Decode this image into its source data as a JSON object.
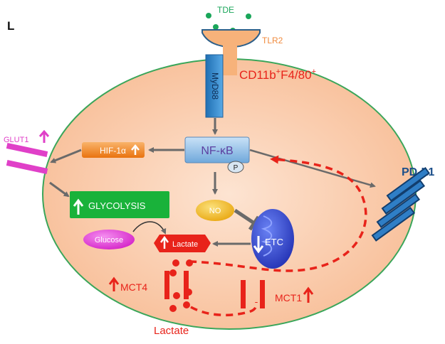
{
  "panel_label": "L",
  "labels": {
    "tde": "TDE",
    "tlr2": "TLR2",
    "cd11b": "CD11b",
    "cd11b_sup1": "+",
    "f480": "F4/80",
    "f480_sup": "+",
    "myd88": "MyD88",
    "nfkb": "NF-κB",
    "p": "P",
    "hif": "HIF-1α",
    "glut1": "GLUT1",
    "glycolysis": "GLYCOLYSIS",
    "glucose": "Glucose",
    "no": "NO",
    "etc": "ETC",
    "lactate_in": "Lactate",
    "lactate_out": "Lactate",
    "pdl1": "PD-L1",
    "mct4": "MCT4",
    "mct1": "MCT1"
  },
  "colors": {
    "cell_fill": "#f9c7a3",
    "cell_border": "#3aa65a",
    "tde_green": "#1aa65a",
    "tlr2_orange": "#f08a3c",
    "receptor_blue": "#2f86c8",
    "nfkb_blue": "#9cc6ea",
    "hif_orange": "#f28a1e",
    "glut_magenta": "#e040c8",
    "glyco_green": "#19b23a",
    "no_yellow": "#f0b81e",
    "etc_blue": "#3a4fd8",
    "lactate_red": "#e8231a",
    "pdl1_navy": "#1c4f8a",
    "arrow_gray": "#6a6a6a"
  }
}
